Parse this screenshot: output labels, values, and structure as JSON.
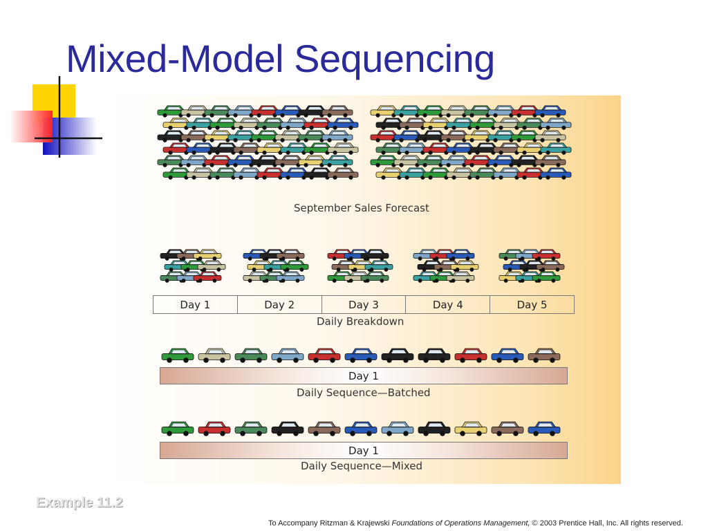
{
  "slide": {
    "title": "Mixed-Model Sequencing",
    "example_label": "Example 11.2",
    "footer": {
      "prefix": "To Accompany Ritzman & Krajewski ",
      "book": "Foundations of Operations Management,",
      "suffix": " © 2003 Prentice Hall, Inc. All rights reserved."
    }
  },
  "diagram": {
    "forecast_label": "September Sales Forecast",
    "daily_breakdown_label": "Daily Breakdown",
    "days": [
      "Day 1",
      "Day 2",
      "Day 3",
      "Day 4",
      "Day 5"
    ],
    "batched": {
      "bar_label": "Day 1",
      "caption": "Daily Sequence—Batched"
    },
    "mixed": {
      "bar_label": "Day 1",
      "caption": "Daily Sequence—Mixed"
    }
  },
  "car_colors": [
    "#2e9a3a",
    "#c8c3a0",
    "#4a8a5a",
    "#7fa8c8",
    "#c83030",
    "#2a5ab8",
    "#222222",
    "#8a6a5a",
    "#e8d070",
    "#3aa0a0"
  ],
  "sequences": {
    "batched": [
      "#2e9a3a",
      "#c8c3a0",
      "#4a8a5a",
      "#7fa8c8",
      "#c83030",
      "#2a5ab8",
      "#222222",
      "#222222",
      "#c83030",
      "#2a5ab8",
      "#8a6a5a"
    ],
    "mixed": [
      "#2e9a3a",
      "#c83030",
      "#4a8a5a",
      "#222222",
      "#8a6a5a",
      "#2a5ab8",
      "#7fa8c8",
      "#222222",
      "#e8d070",
      "#8a6a5a",
      "#2a5ab8"
    ]
  }
}
